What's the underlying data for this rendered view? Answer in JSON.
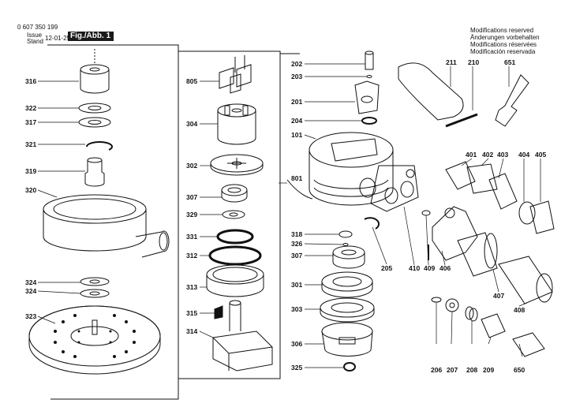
{
  "header": {
    "part_number": "0 607 350 199",
    "issue_label": "Issue",
    "stand_label": "Stand",
    "date": "12-01-25",
    "figure": "Fig./Abb. 1"
  },
  "modifications": [
    "Modifications reserved",
    "Änderungen vorbehalten",
    "Modifications réservées",
    "Modificación reservada"
  ],
  "labels": {
    "left": [
      "316",
      "322",
      "317",
      "321",
      "319",
      "320",
      "324",
      "324",
      "323"
    ],
    "middle": [
      "805",
      "304",
      "302",
      "307",
      "329",
      "331",
      "312",
      "313",
      "315",
      "314"
    ],
    "center": [
      "202",
      "203",
      "201",
      "204",
      "101",
      "801",
      "318",
      "326",
      "307",
      "301",
      "303",
      "306",
      "325",
      "205"
    ],
    "right_top": [
      "211",
      "210",
      "651"
    ],
    "right_mid": [
      "401",
      "402",
      "403",
      "404",
      "405"
    ],
    "right_bottom": [
      "410",
      "409",
      "406",
      "407",
      "408",
      "206",
      "207",
      "208",
      "209",
      "650"
    ]
  }
}
